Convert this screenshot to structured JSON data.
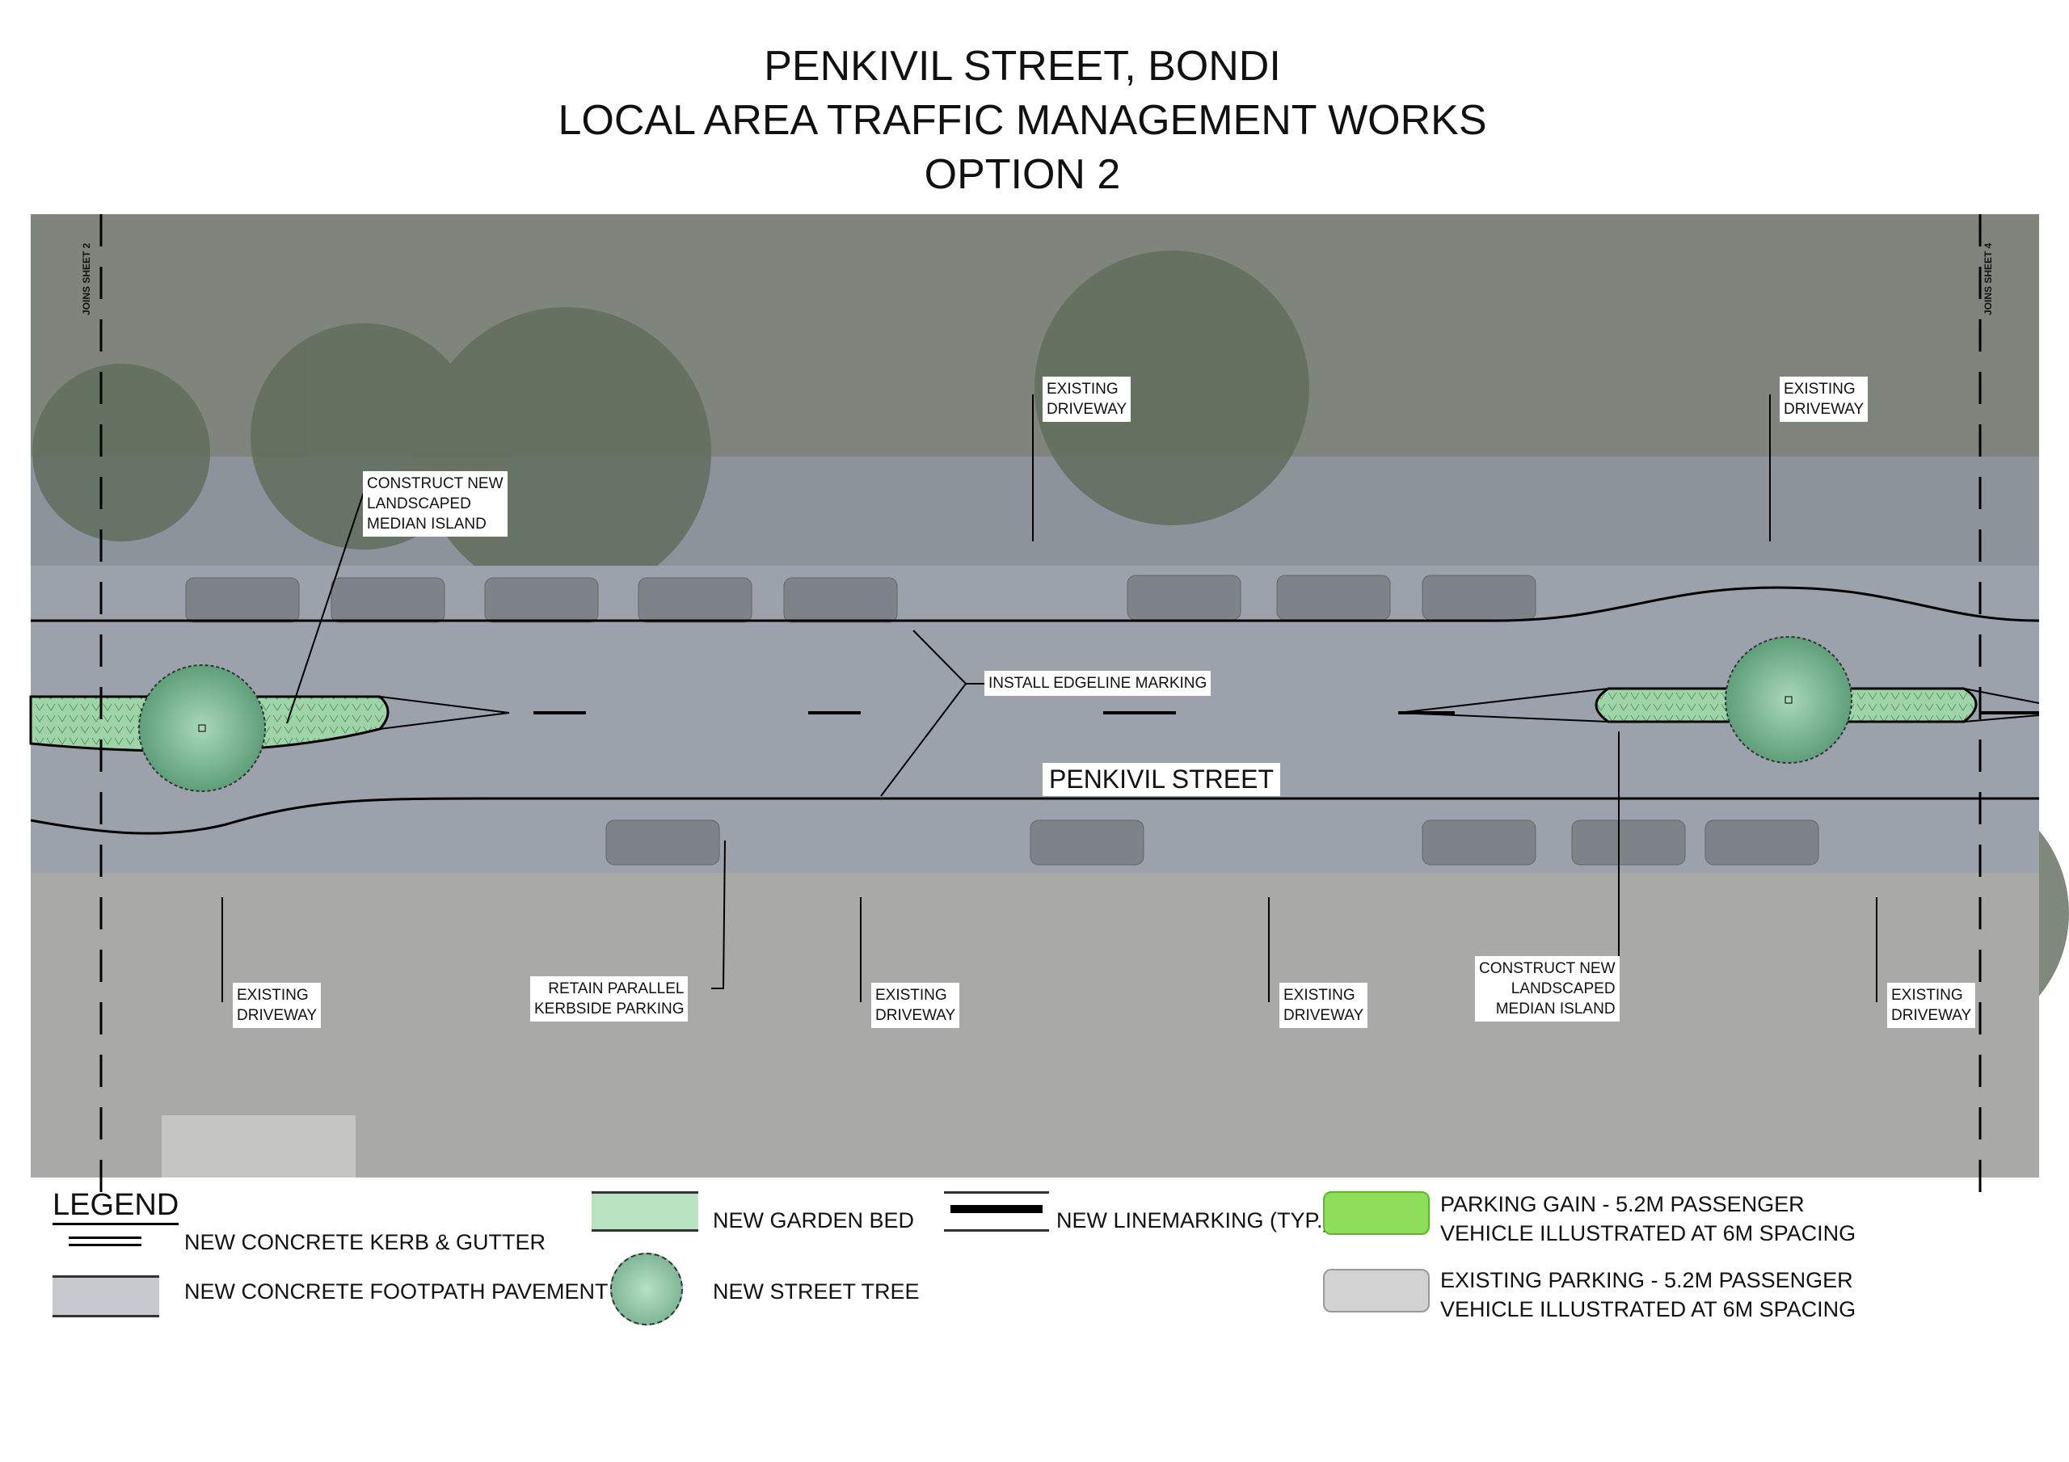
{
  "title": {
    "line1": "PENKIVIL STREET, BONDI",
    "line2": "LOCAL AREA TRAFFIC MANAGEMENT WORKS",
    "line3": "OPTION 2"
  },
  "map": {
    "street_name": "PENKIVIL STREET",
    "joins_left": "JOINS SHEET 2",
    "joins_right": "JOINS SHEET 4",
    "callouts": {
      "median_left": [
        "CONSTRUCT NEW",
        "LANDSCAPED",
        "MEDIAN ISLAND"
      ],
      "driveway_top_1": [
        "EXISTING",
        "DRIVEWAY"
      ],
      "driveway_top_2": [
        "EXISTING",
        "DRIVEWAY"
      ],
      "edgeline": "INSTALL EDGELINE MARKING",
      "driveway_bottom_1": [
        "EXISTING",
        "DRIVEWAY"
      ],
      "retain_parking": [
        "RETAIN PARALLEL",
        "KERBSIDE PARKING"
      ],
      "driveway_bottom_2": [
        "EXISTING",
        "DRIVEWAY"
      ],
      "driveway_bottom_3": [
        "EXISTING",
        "DRIVEWAY"
      ],
      "median_right": [
        "CONSTRUCT NEW",
        "LANDSCAPED",
        "MEDIAN ISLAND"
      ],
      "driveway_bottom_4": [
        "EXISTING",
        "DRIVEWAY"
      ]
    }
  },
  "legend": {
    "title": "LEGEND",
    "kerb": "NEW CONCRETE KERB & GUTTER",
    "footpath": "NEW CONCRETE FOOTPATH PAVEMENT",
    "garden": "NEW GARDEN BED",
    "tree": "NEW STREET TREE",
    "linemarking": "NEW LINEMARKING (TYP.)",
    "parking_gain": [
      "PARKING GAIN - 5.2M PASSENGER",
      "VEHICLE ILLUSTRATED AT 6M SPACING"
    ],
    "existing_parking": [
      "EXISTING PARKING - 5.2M PASSENGER",
      "VEHICLE ILLUSTRATED AT 6M SPACING"
    ],
    "colors": {
      "garden": "#8fcf9f",
      "gain": "#7fd84a",
      "existing": "#c8c8c8"
    }
  }
}
